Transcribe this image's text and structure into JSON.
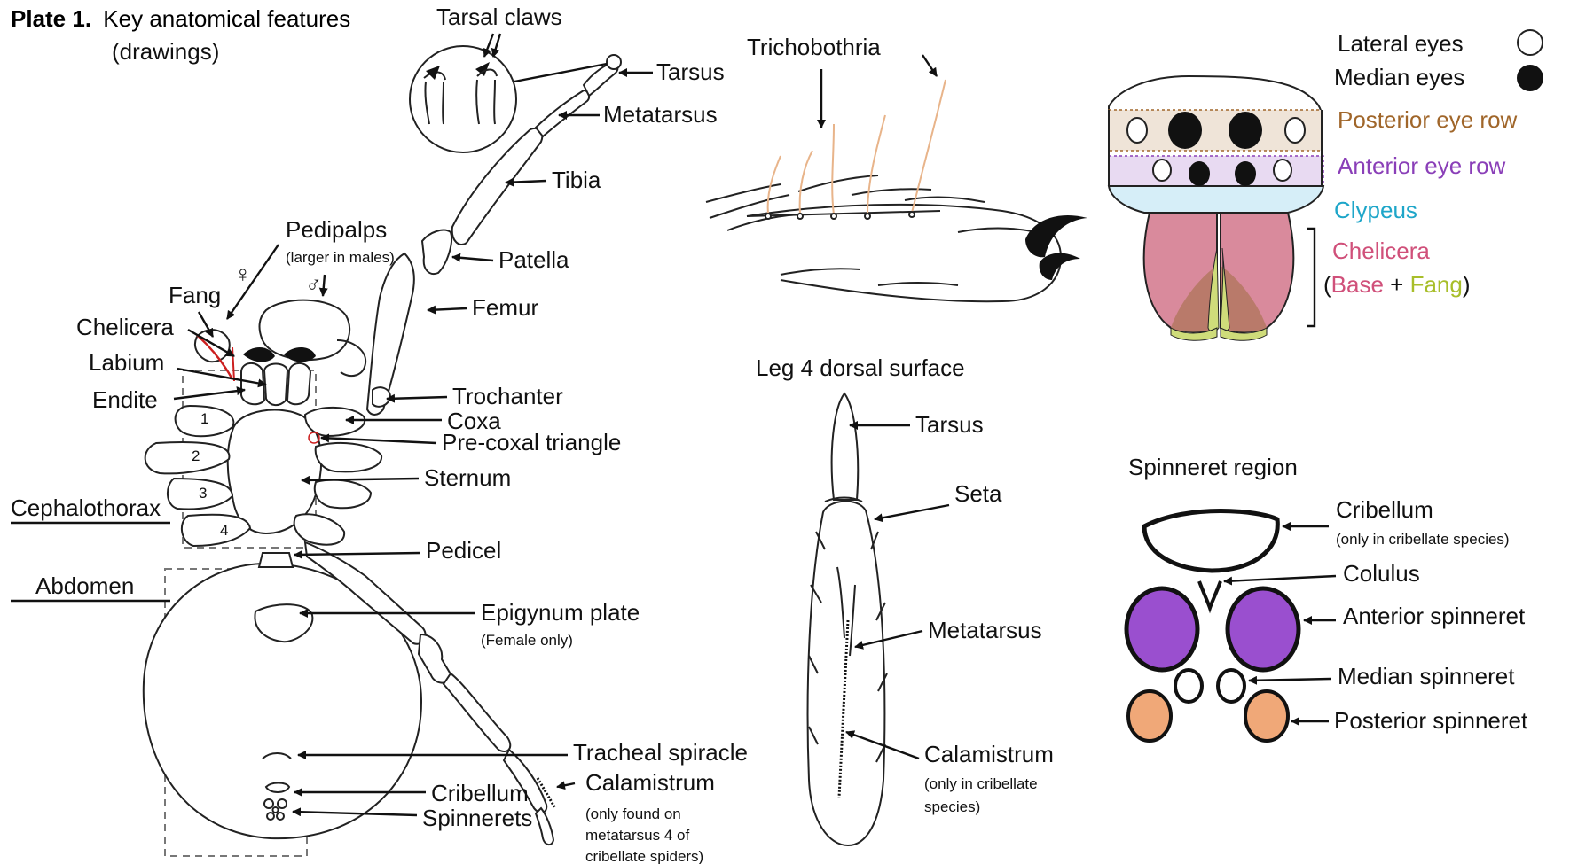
{
  "title": {
    "bold": "Plate 1.",
    "line1": "Key anatomical features",
    "line2": "(drawings)"
  },
  "body_labels": {
    "tarsal_claws": "Tarsal claws",
    "tarsus": "Tarsus",
    "metatarsus": "Metatarsus",
    "tibia": "Tibia",
    "patella": "Patella",
    "femur": "Femur",
    "pedipalps": "Pedipalps",
    "pedipalps_note": "(larger in males)",
    "fang": "Fang",
    "chelicera": "Chelicera",
    "labium": "Labium",
    "endite": "Endite",
    "trochanter": "Trochanter",
    "coxa": "Coxa",
    "pre_coxal_triangle": "Pre-coxal triangle",
    "sternum": "Sternum",
    "cephalothorax": "Cephalothorax",
    "abdomen": "Abdomen",
    "pedicel": "Pedicel",
    "epigynum_plate": "Epigynum plate",
    "epigynum_note": "(Female only)",
    "tracheal_spiracle": "Tracheal spiracle",
    "cribellum": "Cribellum",
    "spinnerets": "Spinnerets",
    "calamistrum": "Calamistrum",
    "calamistrum_note_1": "(only found on",
    "calamistrum_note_2": "metatarsus 4 of",
    "calamistrum_note_3": "cribellate spiders)",
    "female_symbol": "♀",
    "male_symbol": "♂",
    "leg_numbers": [
      "1",
      "2",
      "3",
      "4"
    ]
  },
  "trichobothria": {
    "label": "Trichobothria"
  },
  "leg4": {
    "title": "Leg 4 dorsal surface",
    "tarsus": "Tarsus",
    "seta": "Seta",
    "metatarsus": "Metatarsus",
    "calamistrum": "Calamistrum",
    "calamistrum_note_1": "(only in cribellate",
    "calamistrum_note_2": "species)"
  },
  "eyes": {
    "lateral": "Lateral eyes",
    "median": "Median eyes",
    "posterior_row": "Posterior eye row",
    "anterior_row": "Anterior eye row",
    "clypeus": "Clypeus",
    "chelicera": "Chelicera",
    "paren_open": "(",
    "base": "Base",
    "plus": " + ",
    "fang": "Fang",
    "paren_close": ")"
  },
  "spinneret_region": {
    "title": "Spinneret region",
    "cribellum": "Cribellum",
    "cribellum_note": "(only in cribellate species)",
    "colulus": "Colulus",
    "anterior": "Anterior spinneret",
    "median": "Median spinneret",
    "posterior": "Posterior spinneret"
  },
  "colors": {
    "posterior_row_text": "#a0662a",
    "posterior_row_fill": "#efe4d8",
    "anterior_row_text": "#8a3fb8",
    "anterior_row_fill": "#e8daf2",
    "clypeus_text": "#1ea6c9",
    "clypeus_fill": "#d6eef8",
    "chelicera_text": "#d0507a",
    "chelicera_fill": "#d98a9c",
    "fang_text": "#a8be2a",
    "fang_fill": "#cfdc7a",
    "chelicera_base_shade": "#b97a6a",
    "anterior_spinneret_fill": "#9a4fcf",
    "posterior_spinneret_fill": "#f0a878",
    "trichobothria_hair": "#e8b48a",
    "fang_line": "#cc1f1f"
  }
}
